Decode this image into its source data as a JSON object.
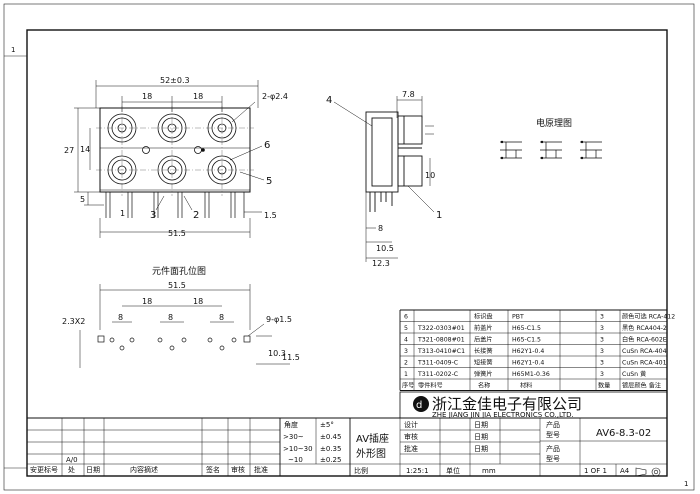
{
  "front_view": {
    "overall_width": "52±0.3",
    "pitch_left": "18",
    "pitch_right": "18",
    "hole_note": "2-φ2.4",
    "height": "27",
    "inner_height": "14",
    "lead_dim": "5",
    "lead_1": "1",
    "base_width": "51.5",
    "right_dim": "1.5",
    "callouts": [
      "3",
      "2",
      "6",
      "5"
    ]
  },
  "side_view": {
    "callout_4": "4",
    "callout_1": "1",
    "top_dim": "7.8",
    "height_dim": "10",
    "dims": [
      "8",
      "10.5",
      "12.3"
    ]
  },
  "schematic": {
    "title": "电原理图"
  },
  "pcb_layout": {
    "title": "元件面孔位图",
    "overall": "51.5",
    "pitch_left": "18",
    "pitch_right": "18",
    "sub_8": [
      "8",
      "8",
      "8"
    ],
    "left_note": "2.3X2",
    "right_note": "9-φ1.5",
    "h1": "10.3",
    "h2": "11.5"
  },
  "bom": {
    "rows": [
      {
        "no": "6",
        "code": "",
        "name": "标识盘",
        "material": "PBT",
        "qty": "3",
        "remark": "颜色可选 RCA-412"
      },
      {
        "no": "5",
        "code": "T322-0303#01",
        "name": "前盖片",
        "material": "H65-C1.5",
        "qty": "3",
        "remark": "黑色 RCA404-2"
      },
      {
        "no": "4",
        "code": "T321-0808#01",
        "name": "后盖片",
        "material": "H65-C1.5",
        "qty": "3",
        "remark": "白色 RCA-602E"
      },
      {
        "no": "3",
        "code": "T313-0410#C1",
        "name": "长接簧",
        "material": "H62Y1-0.4",
        "qty": "3",
        "remark": "CuSn RCA-404"
      },
      {
        "no": "2",
        "code": "T311-0409-C",
        "name": "短接簧",
        "material": "H62Y1-0.4",
        "qty": "3",
        "remark": "CuSn RCA-401"
      },
      {
        "no": "1",
        "code": "T311-0202-C",
        "name": "弹簧片",
        "material": "H65M1-0.36",
        "qty": "3",
        "remark": "CuSn 黄"
      }
    ],
    "header": {
      "no": "序号",
      "code": "零件料号",
      "name": "名称",
      "material": "材料",
      "qty": "数量",
      "remark": "镀层颜色  备注"
    }
  },
  "company": {
    "name_cn": "浙江金佳电子有限公司",
    "name_en": "ZHE JIANG JIN JIA ELECTRONICS CO.,LTD."
  },
  "tolerance": {
    "header": "角度",
    "header_val": "±5°",
    "rows": [
      {
        "range": ">30~",
        "val": "±0.45"
      },
      {
        "range": ">10~30",
        "val": "±0.35"
      },
      {
        "range": "~10",
        "val": "±0.25"
      }
    ]
  },
  "title_block": {
    "product_name": "AV插座",
    "drawing_type": "外形图",
    "design": "设计",
    "check": "审核",
    "approve": "批准",
    "scale_label": "比例",
    "scale": "1:25:1",
    "unit_label": "单位",
    "unit": "mm",
    "date": "日期",
    "sign_date": "日期",
    "product_label": "产品",
    "model_label": "型号",
    "model": "AV6-8.3-02",
    "sheet": "1 OF 1",
    "size": "A4"
  },
  "revision_block": {
    "symbol": "安更标号",
    "rev": "A/0",
    "count": "处",
    "date": "日期",
    "content": "内容摘述",
    "design": "签名",
    "check": "审核",
    "approve": "批准"
  },
  "zones": {
    "top_a": "1",
    "corner": "1"
  }
}
